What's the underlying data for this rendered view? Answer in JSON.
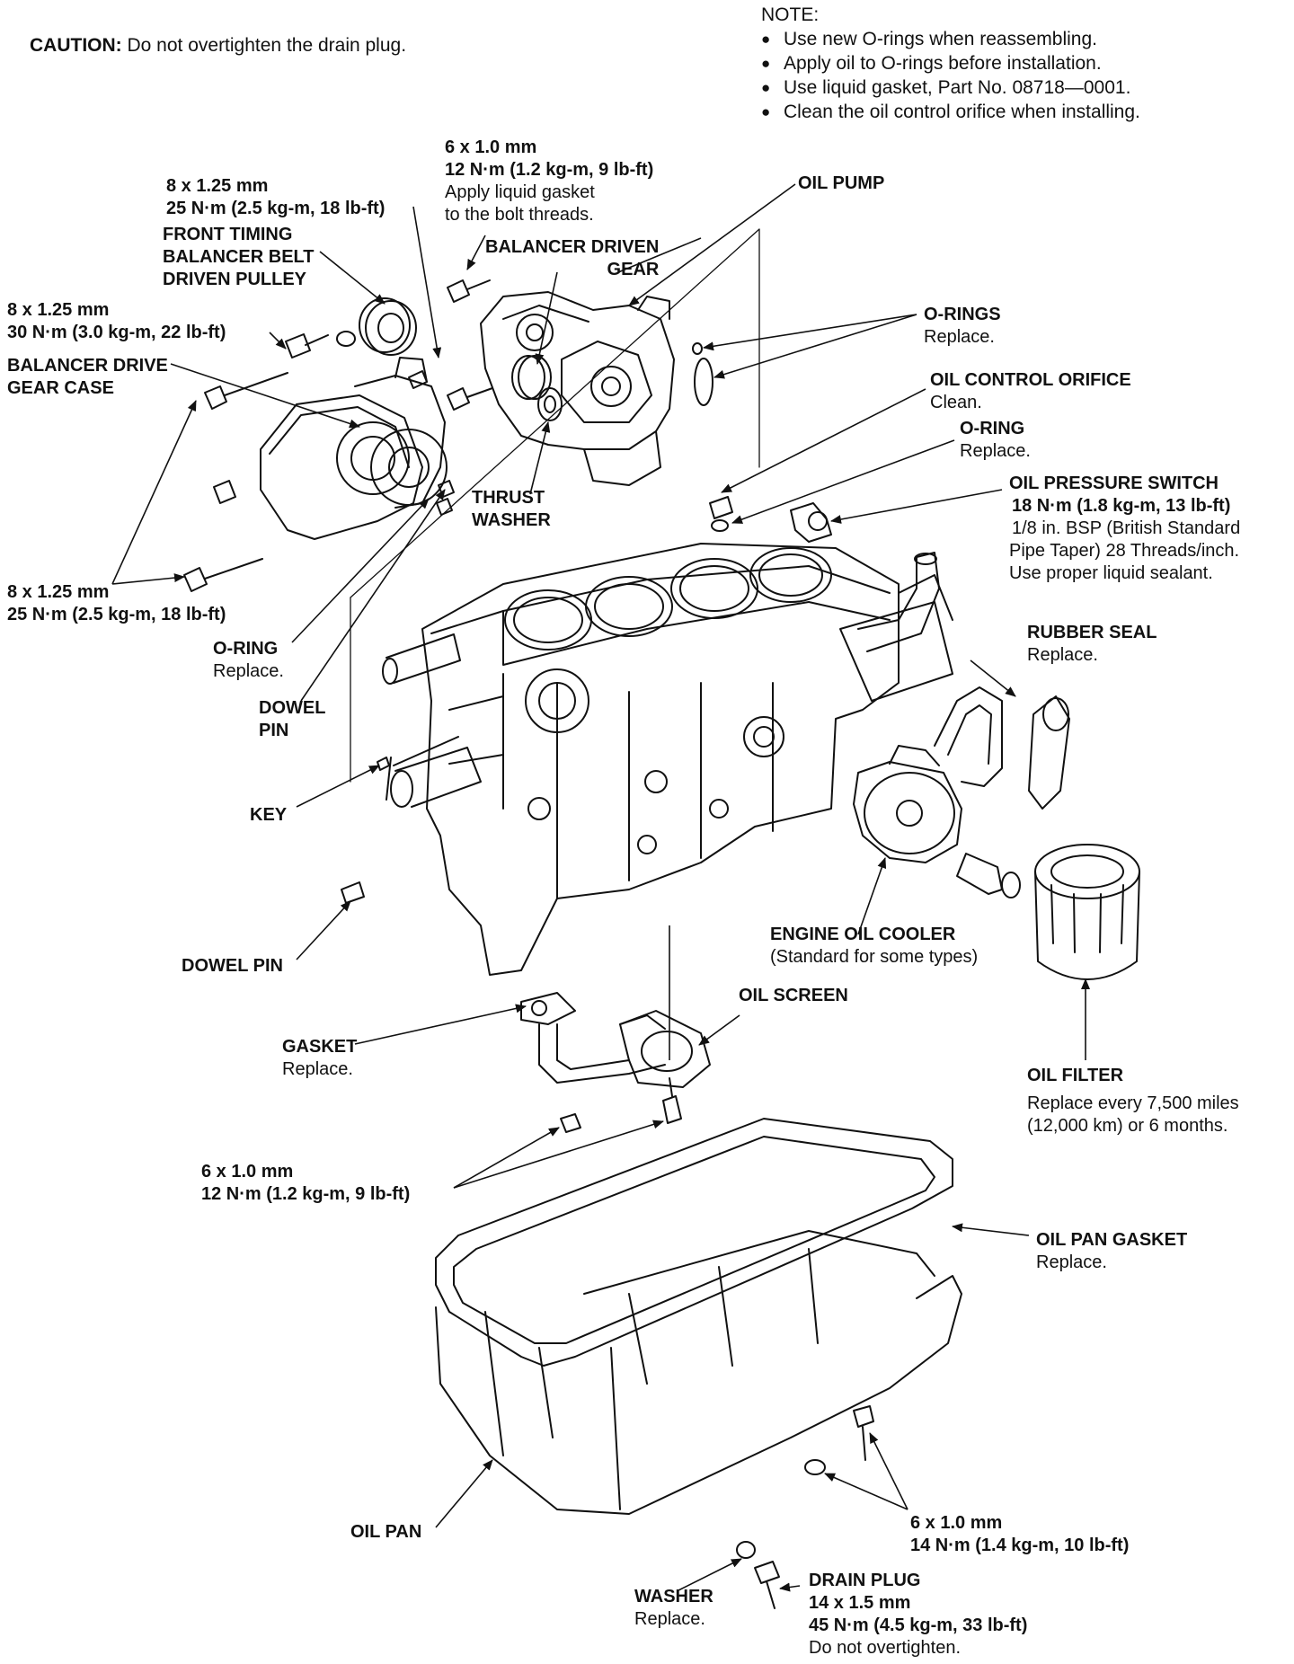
{
  "caution": {
    "heading": "CAUTION:",
    "text": "Do not overtighten the drain plug."
  },
  "note": {
    "heading": "NOTE:",
    "items": [
      "Use new O-rings when reassembling.",
      "Apply oil to O-rings before installation.",
      "Use liquid gasket, Part No. 08718—0001.",
      "Clean the oil control orifice when installing."
    ]
  },
  "callouts": {
    "pump_bolt": {
      "spec": "6 x 1.0 mm",
      "torque": "12 N·m (1.2 kg-m, 9 lb-ft)",
      "note1": "Apply liquid gasket",
      "note2": "to the bolt threads."
    },
    "pulley_bolt": {
      "spec": "8 x 1.25 mm",
      "torque": "25 N·m (2.5 kg-m, 18 lb-ft)"
    },
    "oil_pump": {
      "name": "OIL PUMP"
    },
    "front_pulley": {
      "line1": "FRONT TIMING",
      "line2": "BALANCER BELT",
      "line3": "DRIVEN PULLEY"
    },
    "driven_gear": {
      "line1": "BALANCER DRIVEN",
      "line2": "GEAR"
    },
    "o_rings": {
      "name": "O-RINGS",
      "note": "Replace."
    },
    "gear_case_bolt": {
      "spec": "8 x 1.25 mm",
      "torque": "30 N·m (3.0 kg-m, 22 lb-ft)"
    },
    "drive_gear_case": {
      "line1": "BALANCER DRIVE",
      "line2": "GEAR CASE"
    },
    "orifice": {
      "name": "OIL CONTROL ORIFICE",
      "note": "Clean."
    },
    "o_ring_right": {
      "name": "O-RING",
      "note": "Replace."
    },
    "thrust_washer": {
      "line1": "THRUST",
      "line2": "WASHER"
    },
    "pressure_switch": {
      "name": "OIL PRESSURE SWITCH",
      "torque": "18 N·m (1.8 kg-m, 13 lb-ft)",
      "note1": "1/8 in. BSP (British Standard",
      "note2": "Pipe Taper) 28 Threads/inch.",
      "note3": "Use proper liquid sealant."
    },
    "case_bolts": {
      "spec": "8 x 1.25 mm",
      "torque": "25 N·m (2.5 kg-m, 18 lb-ft)"
    },
    "o_ring_left": {
      "name": "O-RING",
      "note": "Replace."
    },
    "rubber_seal": {
      "name": "RUBBER SEAL",
      "note": "Replace."
    },
    "dowel_pin_upper": {
      "line1": "DOWEL",
      "line2": "PIN"
    },
    "key": {
      "name": "KEY"
    },
    "oil_cooler": {
      "name": "ENGINE OIL COOLER",
      "note": "(Standard for some types)"
    },
    "dowel_pin_lower": {
      "name": "DOWEL PIN"
    },
    "oil_screen": {
      "name": "OIL SCREEN"
    },
    "gasket": {
      "name": "GASKET",
      "note": "Replace."
    },
    "oil_filter": {
      "name": "OIL FILTER",
      "note1": "Replace every 7,500 miles",
      "note2": "(12,000 km) or 6 months."
    },
    "screen_bolts": {
      "spec": "6 x 1.0 mm",
      "torque": "12 N·m (1.2 kg-m, 9 lb-ft)"
    },
    "pan_gasket": {
      "name": "OIL PAN GASKET",
      "note": "Replace."
    },
    "pan_bolts": {
      "spec": "6 x 1.0 mm",
      "torque": "14 N·m (1.4 kg-m, 10 lb-ft)"
    },
    "oil_pan": {
      "name": "OIL PAN"
    },
    "washer": {
      "name": "WASHER",
      "note": "Replace."
    },
    "drain_plug": {
      "name": "DRAIN PLUG",
      "spec": "14 x 1.5 mm",
      "torque": "45 N·m (4.5 kg-m, 33 lb-ft)",
      "note": "Do not overtighten."
    }
  }
}
